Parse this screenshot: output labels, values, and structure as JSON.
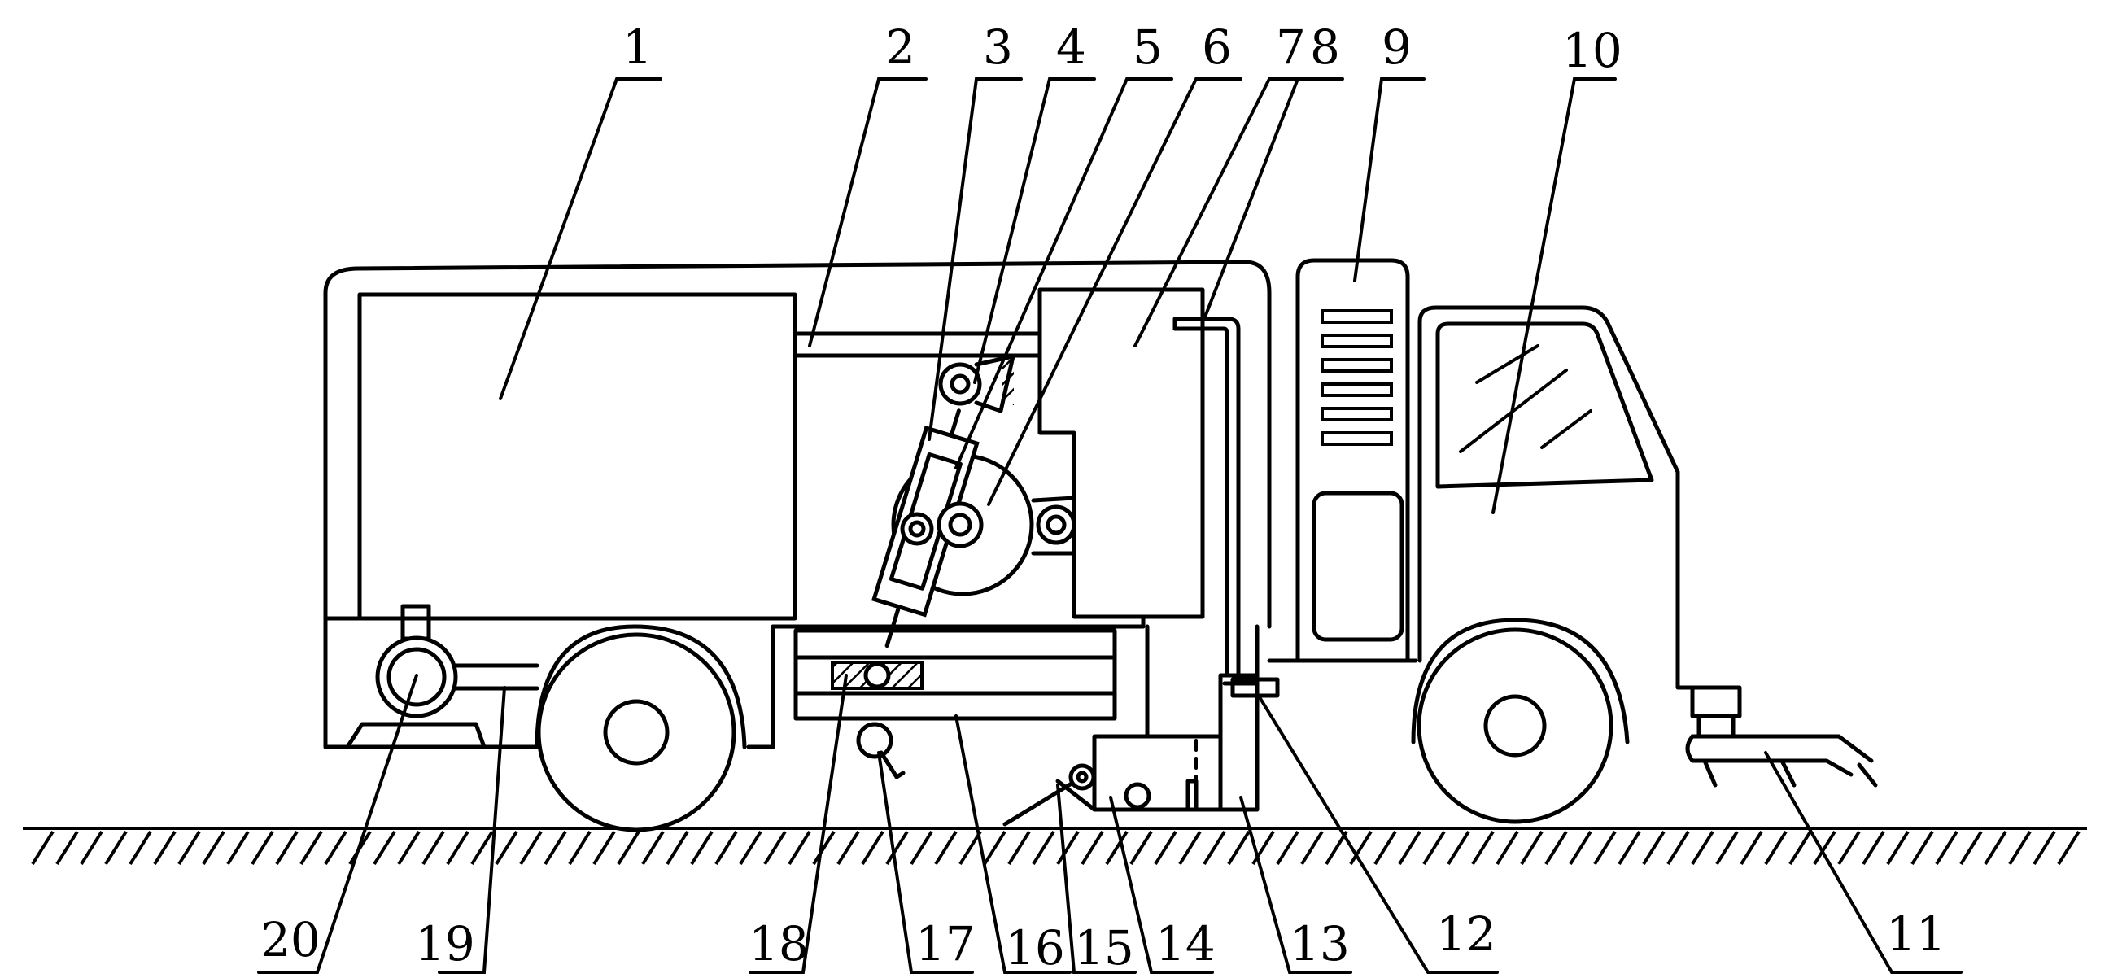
{
  "figure": {
    "labels": [
      {
        "id": "1",
        "text": "1"
      },
      {
        "id": "2",
        "text": "2"
      },
      {
        "id": "3",
        "text": "3"
      },
      {
        "id": "4",
        "text": "4"
      },
      {
        "id": "5",
        "text": "5"
      },
      {
        "id": "6",
        "text": "6"
      },
      {
        "id": "7",
        "text": "7"
      },
      {
        "id": "8",
        "text": "8"
      },
      {
        "id": "9",
        "text": "9"
      },
      {
        "id": "10",
        "text": "10"
      },
      {
        "id": "11",
        "text": "11"
      },
      {
        "id": "12",
        "text": "12"
      },
      {
        "id": "13",
        "text": "13"
      },
      {
        "id": "14",
        "text": "14"
      },
      {
        "id": "15",
        "text": "15"
      },
      {
        "id": "16",
        "text": "16"
      },
      {
        "id": "17",
        "text": "17"
      },
      {
        "id": "18",
        "text": "18"
      },
      {
        "id": "19",
        "text": "19"
      },
      {
        "id": "20",
        "text": "20"
      }
    ]
  }
}
